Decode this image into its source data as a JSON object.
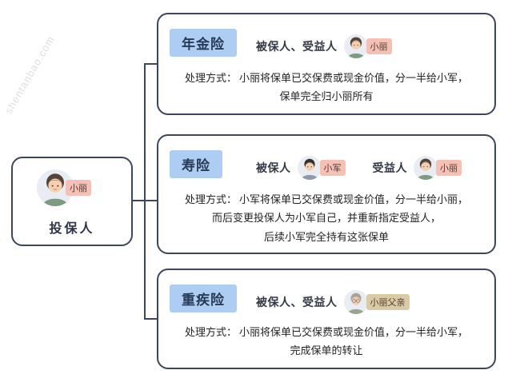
{
  "watermark": {
    "text": "shentanbao.com"
  },
  "policyholder": {
    "name": "小丽",
    "role": "投保人"
  },
  "cards": [
    {
      "title": "年金险",
      "party_label": "被保人、受益人",
      "person": "小丽",
      "handling_label": "处理方式：",
      "line1": "小丽将保单已交保费或现金价值，分一半给小军，",
      "line2": "保单完全归小丽所有"
    },
    {
      "title": "寿险",
      "insured_label": "被保人",
      "insured": "小军",
      "beneficiary_label": "受益人",
      "beneficiary": "小丽",
      "handling_label": "处理方式：",
      "line1": "小军将保单已交保费或现金价值，分一半给小丽，",
      "line2": "而后变更投保人为小军自己，并重新指定受益人，",
      "line3": "后续小军完全持有这张保单"
    },
    {
      "title": "重疾险",
      "party_label": "被保人、受益人",
      "person": "小丽父亲",
      "handling_label": "处理方式：",
      "line1": "小丽将保单已交保费或现金价值，分一半给小军，",
      "line2": "完成保单的转让"
    }
  ],
  "colors": {
    "card_border": "#3b4660",
    "title_badge_bg": "#aecdf2",
    "title_text": "#273a57",
    "name_badge_pink": "#f7c0b4",
    "name_badge_tan": "#dbcba4",
    "watermark_gray": "#c9c9c9"
  }
}
